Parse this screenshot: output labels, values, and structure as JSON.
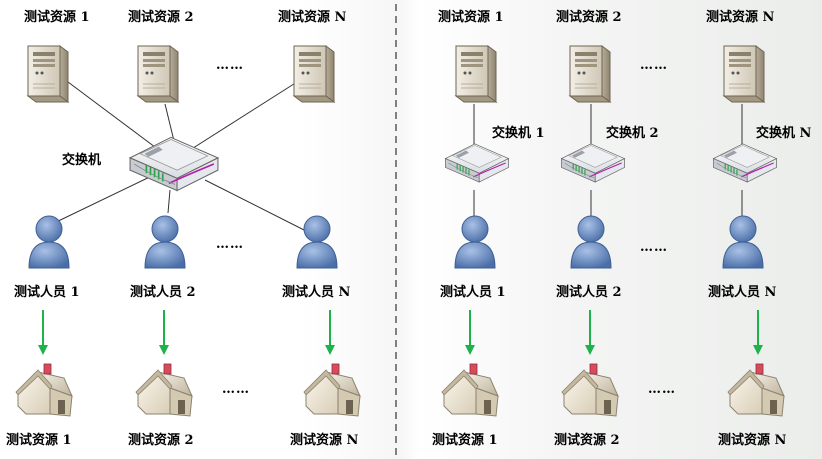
{
  "left": {
    "top_servers": [
      "测试资源 1",
      "测试资源 2",
      "测试资源 N"
    ],
    "switch_label": "交换机",
    "testers": [
      "测试人员 1",
      "测试人员 2",
      "测试人员 N"
    ],
    "bottom_resources": [
      "测试资源 1",
      "测试资源 2",
      "测试资源 N"
    ]
  },
  "right": {
    "top_servers": [
      "测试资源 1",
      "测试资源 2",
      "测试资源 N"
    ],
    "switches": [
      "交换机 1",
      "交换机 2",
      "交换机 N"
    ],
    "testers": [
      "测试人员 1",
      "测试人员 2",
      "测试人员 N"
    ],
    "bottom_resources": [
      "测试资源 1",
      "测试资源 2",
      "测试资源 N"
    ]
  },
  "ellipsis": "……",
  "colors": {
    "arrow": "#1db24a",
    "line": "#333333",
    "divider": "#333333",
    "person": "#5b7fb8",
    "server": "#d6d0c3",
    "house": "#ece4d2"
  }
}
